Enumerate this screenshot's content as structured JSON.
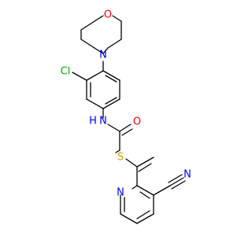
{
  "molecule": {
    "atoms": {
      "o_morph": {
        "symbol": "O",
        "color": "#ff0000"
      },
      "n_morph": {
        "symbol": "N",
        "color": "#0000ff"
      },
      "cl": {
        "symbol": "Cl",
        "color": "#00b400"
      },
      "n_amide": {
        "symbol": "N",
        "color": "#0000ff"
      },
      "h_amide": {
        "symbol": "H",
        "color": "#0000ff"
      },
      "o_carbonyl": {
        "symbol": "O",
        "color": "#ff0000"
      },
      "s": {
        "symbol": "S",
        "color": "#c8a000"
      },
      "n_pyridine": {
        "symbol": "N",
        "color": "#0000ff"
      },
      "n_nitrile": {
        "symbol": "N",
        "color": "#0000ff"
      }
    }
  }
}
